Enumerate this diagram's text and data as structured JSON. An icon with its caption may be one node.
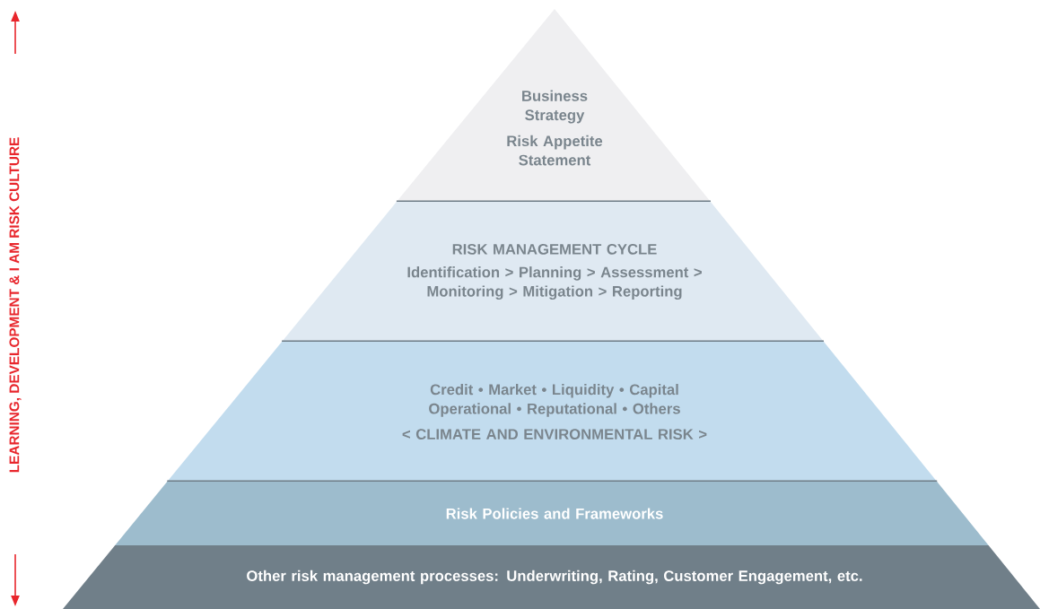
{
  "diagram": {
    "nodes": [
      {
        "text": [
          "Business Strategy",
          "Risk Appetite Statement"
        ]
      },
      {
        "text": [
          "RISK MANAGEMENT CYCLE",
          "Identification > Planning > Assessment > Monitoring > Mitigation > Reporting"
        ]
      },
      {
        "text": [
          "Credit • Market • Liquidity • Capital Operational • Reputational • Others",
          "< CLIMATE AND ENVIRONMENTAL RISK >"
        ]
      },
      {
        "text": [
          "Risk Policies and Frameworks"
        ]
      },
      {
        "text": [
          "Other risk management processes: Underwriting, Rating, Customer Engagement, etc."
        ]
      }
    ],
    "labels": [
      "LEARNING, DEVELOPMENT & I AM RISK CULTURE"
    ]
  }
}
